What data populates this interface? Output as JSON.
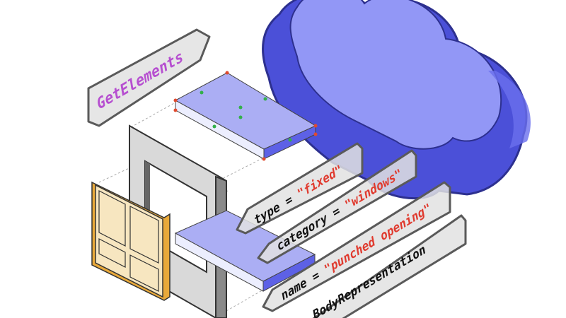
{
  "labels": {
    "get_elements": "GetElements",
    "type_key": "type = ",
    "type_value": "\"fixed\"",
    "category_key": "category = ",
    "category_value": "\"windows\"",
    "name_key": "name = ",
    "name_value": "\"punched opening\"",
    "body_representation": "BodyRepresentation"
  },
  "colors": {
    "cloud_face": "#9297f6",
    "cloud_side": "#4b50d8",
    "slab_top": "#abaef4",
    "value_red": "#e03a2e",
    "keyword_purple": "#b64fd0",
    "window_fill": "#f7e6c0"
  }
}
